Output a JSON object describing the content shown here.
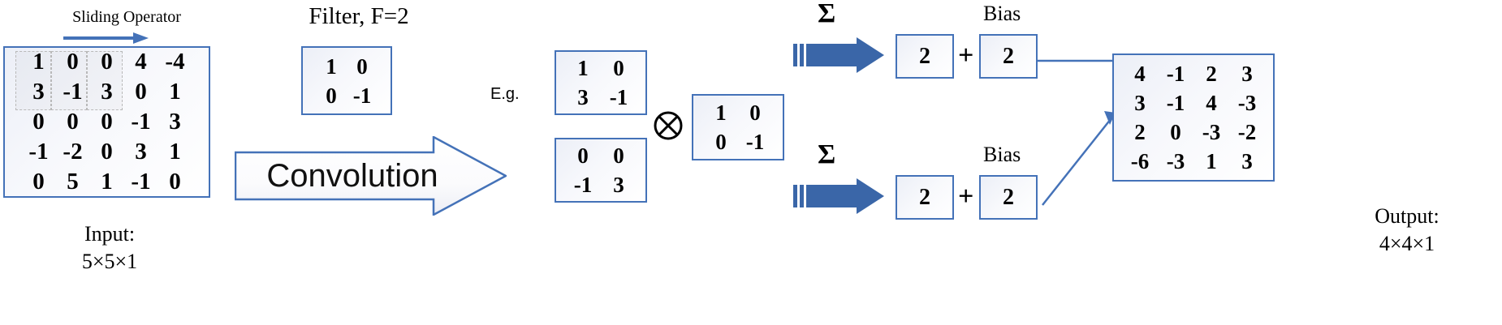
{
  "labels": {
    "sliding_operator": "Sliding Operator",
    "filter": "Filter, F=2",
    "convolution": "Convolution",
    "eg": "E.g.",
    "bias_top": "Bias",
    "bias_bottom": "Bias",
    "sigma_top": "Σ",
    "sigma_bottom": "Σ",
    "plus_top": "+",
    "plus_bottom": "+",
    "conv_operator": "⊗",
    "input_caption_line1": "Input:",
    "input_caption_line2": "5×5×1",
    "output_caption_line1": "Output:",
    "output_caption_line2": "4×4×1"
  },
  "input_matrix": {
    "rows": [
      [
        "1",
        "0",
        "0",
        "4",
        "-4"
      ],
      [
        "3",
        "-1",
        "3",
        "0",
        "1"
      ],
      [
        "0",
        "0",
        "0",
        "-1",
        "3"
      ],
      [
        "-1",
        "-2",
        "0",
        "3",
        "1"
      ],
      [
        "0",
        "5",
        "1",
        "-1",
        "0"
      ]
    ]
  },
  "filter_matrix": {
    "rows": [
      [
        "1",
        "0"
      ],
      [
        "0",
        "-1"
      ]
    ]
  },
  "kernel_matrix": {
    "rows": [
      [
        "1",
        "0"
      ],
      [
        "0",
        "-1"
      ]
    ]
  },
  "patch_top": {
    "rows": [
      [
        "1",
        "0"
      ],
      [
        "3",
        "-1"
      ]
    ]
  },
  "patch_bottom": {
    "rows": [
      [
        "0",
        "0"
      ],
      [
        "-1",
        "3"
      ]
    ]
  },
  "sum_values": {
    "top_sum": "2",
    "top_bias": "2",
    "bottom_sum": "2",
    "bottom_bias": "2"
  },
  "output_matrix": {
    "rows": [
      [
        "4",
        "-1",
        "2",
        "3"
      ],
      [
        "3",
        "-1",
        "4",
        "-3"
      ],
      [
        "2",
        "0",
        "-3",
        "-2"
      ],
      [
        "-6",
        "-3",
        "1",
        "3"
      ]
    ]
  },
  "colors": {
    "accent_blue": "#4472b8",
    "arrow_fill": "#3a66a8",
    "box_border": "#4472b8",
    "text": "#000000"
  }
}
